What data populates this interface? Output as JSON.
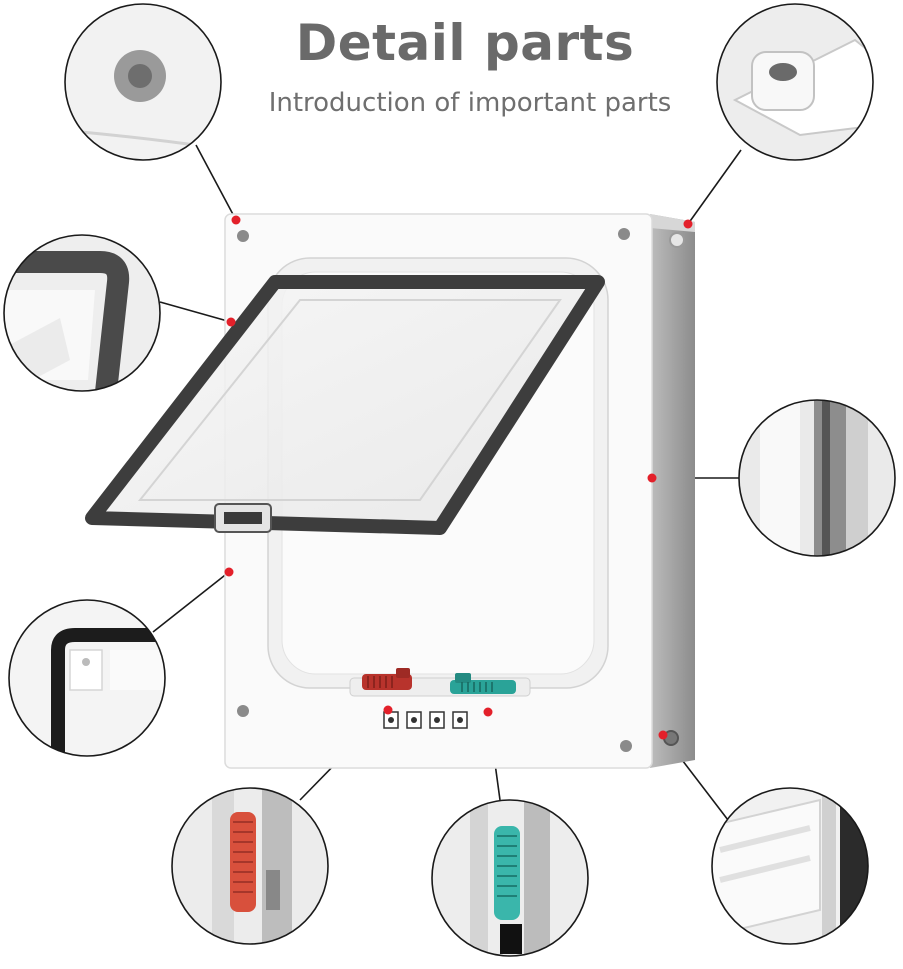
{
  "header": {
    "title": "Detail parts",
    "subtitle": "Introduction of important parts"
  },
  "colors": {
    "accent_dot": "#e3202a",
    "text_gray": "#6a6a6a",
    "lock_red": "#b8332c",
    "lock_teal": "#2aa398",
    "brush_seal": "#4a4a4a"
  },
  "product": {
    "name": "four-way pet door",
    "lock_modes": [
      "lock-mode-1-icon",
      "lock-mode-2-icon",
      "lock-mode-3-icon",
      "lock-mode-4-icon"
    ]
  },
  "callouts": [
    {
      "id": "screw-hole-front",
      "subject": "screw hole"
    },
    {
      "id": "screw-hole-rear",
      "subject": "screw hole"
    },
    {
      "id": "brush-seal",
      "subject": "flap brush seal"
    },
    {
      "id": "side-frame",
      "subject": "frame edge"
    },
    {
      "id": "corner-frame",
      "subject": "frame corner"
    },
    {
      "id": "red-lock",
      "subject": "red lock slider"
    },
    {
      "id": "teal-lock",
      "subject": "teal lock slider"
    },
    {
      "id": "tunnel-frame",
      "subject": "tunnel frame"
    }
  ]
}
